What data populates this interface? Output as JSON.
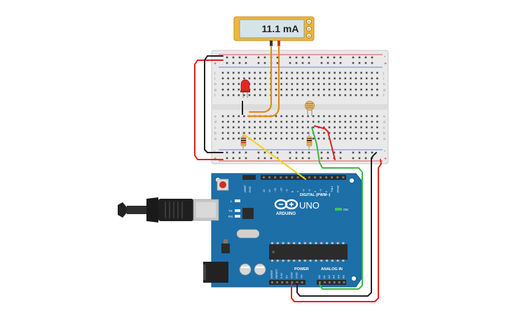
{
  "multimeter": {
    "reading": "11.1 mA",
    "modes": [
      "A",
      "V",
      "Ω"
    ],
    "modes_display": [
      "A",
      "V",
      "Ω"
    ]
  },
  "breadboard": {
    "rail_minus": "-",
    "rail_plus": "+",
    "row_labels_top": [
      "j",
      "i",
      "h",
      "g",
      "f"
    ],
    "row_labels_bottom": [
      "e",
      "d",
      "c",
      "b",
      "a"
    ]
  },
  "arduino": {
    "brand": "ARDUINO",
    "model": "UNO",
    "on_label": "ON",
    "l_label": "L",
    "tx_label": "TX",
    "rx_label": "RX",
    "digital_header": "DIGITAL (PWM~)",
    "power_header": "POWER",
    "analog_header": "ANALOG IN",
    "aref_gnd": [
      "AREF",
      "GND"
    ],
    "digital_pins": [
      "13",
      "12",
      "~11",
      "~10",
      "~9",
      "8",
      "7",
      "~6",
      "~5",
      "4",
      "~3",
      "2",
      "TX▸1",
      "RX◂0"
    ],
    "power_pins": [
      "IOREF",
      "RESET",
      "3.3V",
      "5V",
      "GND",
      "GND",
      "Vin"
    ],
    "analog_pins": [
      "A0",
      "A1",
      "A2",
      "A3",
      "A4",
      "A5"
    ]
  },
  "colors": {
    "wire_red": "#e0221c",
    "wire_black": "#222222",
    "wire_green": "#3bb54a",
    "wire_yellow": "#f2d21b",
    "wire_orange": "#e48a12",
    "board_blue": "#1d6fa8",
    "meter_yellow": "#f0b53a"
  }
}
